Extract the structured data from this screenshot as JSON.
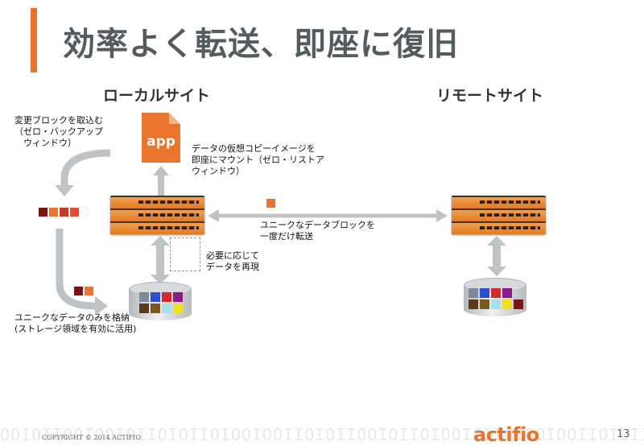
{
  "slide": {
    "title": "効率よく転送、即座に復旧",
    "local_heading": "ローカルサイト",
    "remote_heading": "リモートサイト",
    "note_capture": "変更ブロックを取込む\n（ゼロ・バックアップ\n　ウィンドウ）",
    "note_mount": "データの仮想コピーイメージを\n即座にマウント（ゼロ・リストア\nウィンドウ）",
    "note_transfer": "ユニークなデータブロックを\n一度だけ転送",
    "note_rebuild": "必要に応じて\nデータを再現",
    "note_store": "ユニークなデータのみを格納\n(ストレージ領域を有効に活用)",
    "app_label": "app",
    "copyright": "COPYRIGHT © 2014 ACTIFIO",
    "logo": "actifio",
    "page_number": "13",
    "binary_pattern": "OOIOIIOOIOOIOIIOIOIIOIOOIOOIIOIOIIOOIOIIOIOOIOIIOIOOIOOIIOIOIIOOIOIOIIOIOOIIOIOIIO"
  },
  "colors": {
    "accent": "#e8752b",
    "title_text": "#555c5f",
    "arrow_gray": "#bfc3c5"
  }
}
